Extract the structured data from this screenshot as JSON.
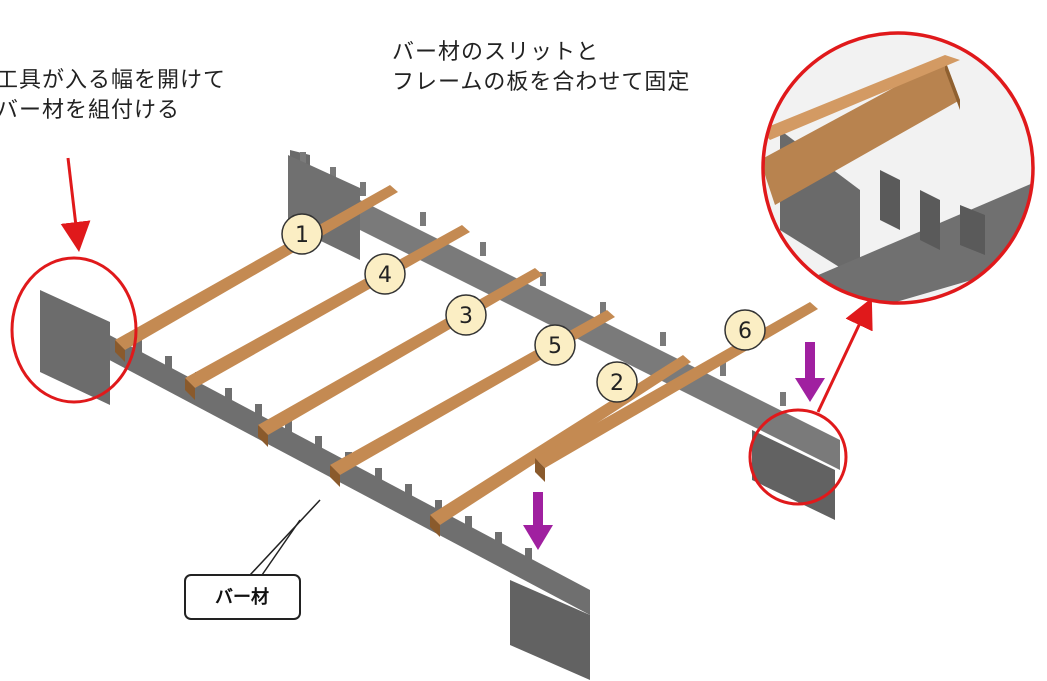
{
  "annotations": {
    "left_line1": "工具が入る幅を開けて",
    "left_line2": "バー材を組付ける",
    "top_line1": "バー材のスリットと",
    "top_line2": "フレームの板を合わせて固定"
  },
  "callout_label": "バー材",
  "bar_numbers": [
    "1",
    "4",
    "3",
    "5",
    "2",
    "6"
  ],
  "colors": {
    "frame": "#6f6f6f",
    "bar": "#b07a45",
    "highlight_circle": "#e0191b",
    "arrow_down": "#a020a0",
    "marker_fill": "#fbeec4"
  }
}
